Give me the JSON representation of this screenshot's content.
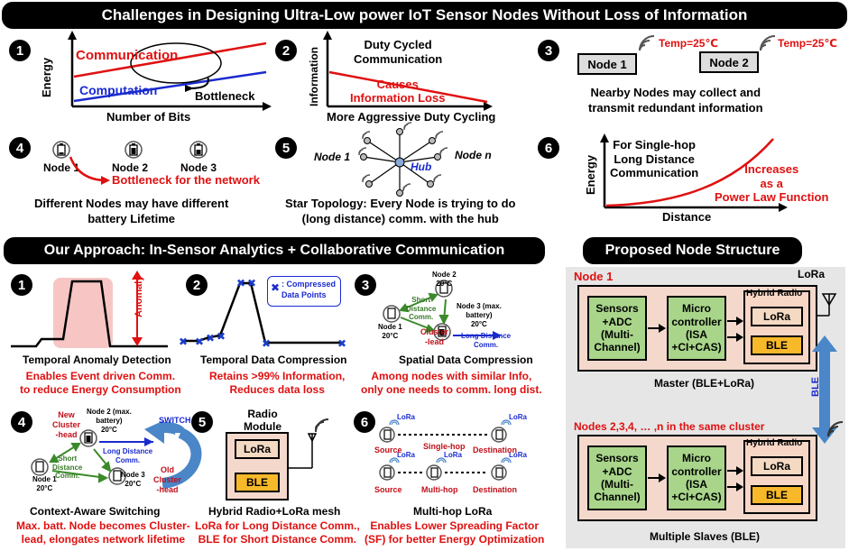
{
  "banners": {
    "top": "Challenges in Designing Ultra-Low power IoT Sensor Nodes Without Loss of Information",
    "approach": "Our Approach: In-Sensor Analytics + Collaborative Communication",
    "structure": "Proposed Node Structure"
  },
  "numbers": [
    "1",
    "2",
    "3",
    "4",
    "5",
    "6"
  ],
  "c1": {
    "communication": "Communication",
    "computation": "Computation",
    "bottleneck": "Bottleneck",
    "ylabel": "Energy",
    "xlabel": "Number of Bits"
  },
  "c2": {
    "title": "Duty Cycled\nCommunication",
    "causes": "Causes\nInformation Loss",
    "ylabel": "Information",
    "xlabel": "More Aggressive Duty Cycling"
  },
  "c3": {
    "node1": "Node 1",
    "node2": "Node 2",
    "temp1": "Temp=25℃",
    "temp2": "Temp=25℃",
    "caption": "Nearby Nodes may collect and\ntransmit redundant information"
  },
  "c4": {
    "node1": "Node 1",
    "node2": "Node 2",
    "node3": "Node 3",
    "bottleneck": "Bottleneck for the network",
    "caption": "Different Nodes may have different\nbattery Lifetime"
  },
  "c5": {
    "node1": "Node 1",
    "noden": "Node n",
    "hub": "Hub",
    "caption": "Star Topology: Every Node is trying to do\n(long distance) comm. with the hub"
  },
  "c6": {
    "title": "For Single-hop\nLong Distance\nCommunication",
    "increases": "Increases\nas a\nPower Law Function",
    "ylabel": "Energy",
    "xlabel": "Distance"
  },
  "a1": {
    "anomaly": "Anomaly",
    "title": "Temporal Anomaly Detection",
    "desc": "Enables Event driven Comm.\nto reduce Energy Consumption"
  },
  "a2": {
    "legend": ": Compressed\nData Points",
    "title": "Temporal Data Compression",
    "desc": "Retains >99% Information,\nReduces data loss"
  },
  "a3": {
    "node2": "Node 2\n20°C",
    "node3": "Node 3 (max.\nbattery)\n20°C",
    "node1": "Node 1\n20°C",
    "short": "Short\nDistance\nComm.",
    "cluster": "Cluster\n-lead",
    "long": "Long Distance\nComm.",
    "title": "Spatial Data Compression",
    "desc": "Among nodes with similar Info,\nonly one needs to comm. long dist."
  },
  "a4": {
    "newlead": "New\nCluster\n-head",
    "node2": "Node 2 (max.\nbattery)\n20°C",
    "switch": "SWITCH",
    "long": "Long Distance\nComm.",
    "short": "Short\nDistance\nComm.",
    "node1": "Node 1\n20°C",
    "node3": "Node 3\n20°C",
    "oldlead": "Old\nCluster\n-head",
    "title": "Context-Aware Switching",
    "desc": "Max. batt. Node becomes Cluster-\nlead, elongates network lifetime"
  },
  "a5": {
    "module": "Radio\nModule",
    "lora": "LoRa",
    "ble": "BLE",
    "title": "Hybrid Radio+LoRa mesh",
    "desc": "LoRa for Long Distance Comm.,\nBLE for Short Distance Comm."
  },
  "a6": {
    "lora": "LoRa",
    "source": "Source",
    "destination": "Destination",
    "singlehop": "Single-hop",
    "multihop": "Multi-hop",
    "title": "Multi-hop LoRa",
    "desc": "Enables Lower Spreading Factor\n(SF) for better Energy Optimization"
  },
  "structure": {
    "node1": "Node 1",
    "lora_antenna": "LoRa",
    "hybrid": "Hybrid Radio",
    "sensors": "Sensors\n+ADC\n(Multi-\nChannel)",
    "micro": "Micro\ncontroller\n(ISA\n+CI+CAS)",
    "lora": "LoRa",
    "ble": "BLE",
    "master": "Master (BLE+LoRa)",
    "ble_link": "BLE",
    "nodes": "Nodes 2,3,4, … ,n in the same cluster",
    "slaves": "Multiple Slaves (BLE)"
  },
  "colors": {
    "red": "#e01010",
    "blue": "#1a2ad0",
    "green_box": "#a8d58a",
    "yellow_box": "#f7b92a",
    "pink": "#f4d8cc",
    "link_blue": "#4a86c8"
  }
}
